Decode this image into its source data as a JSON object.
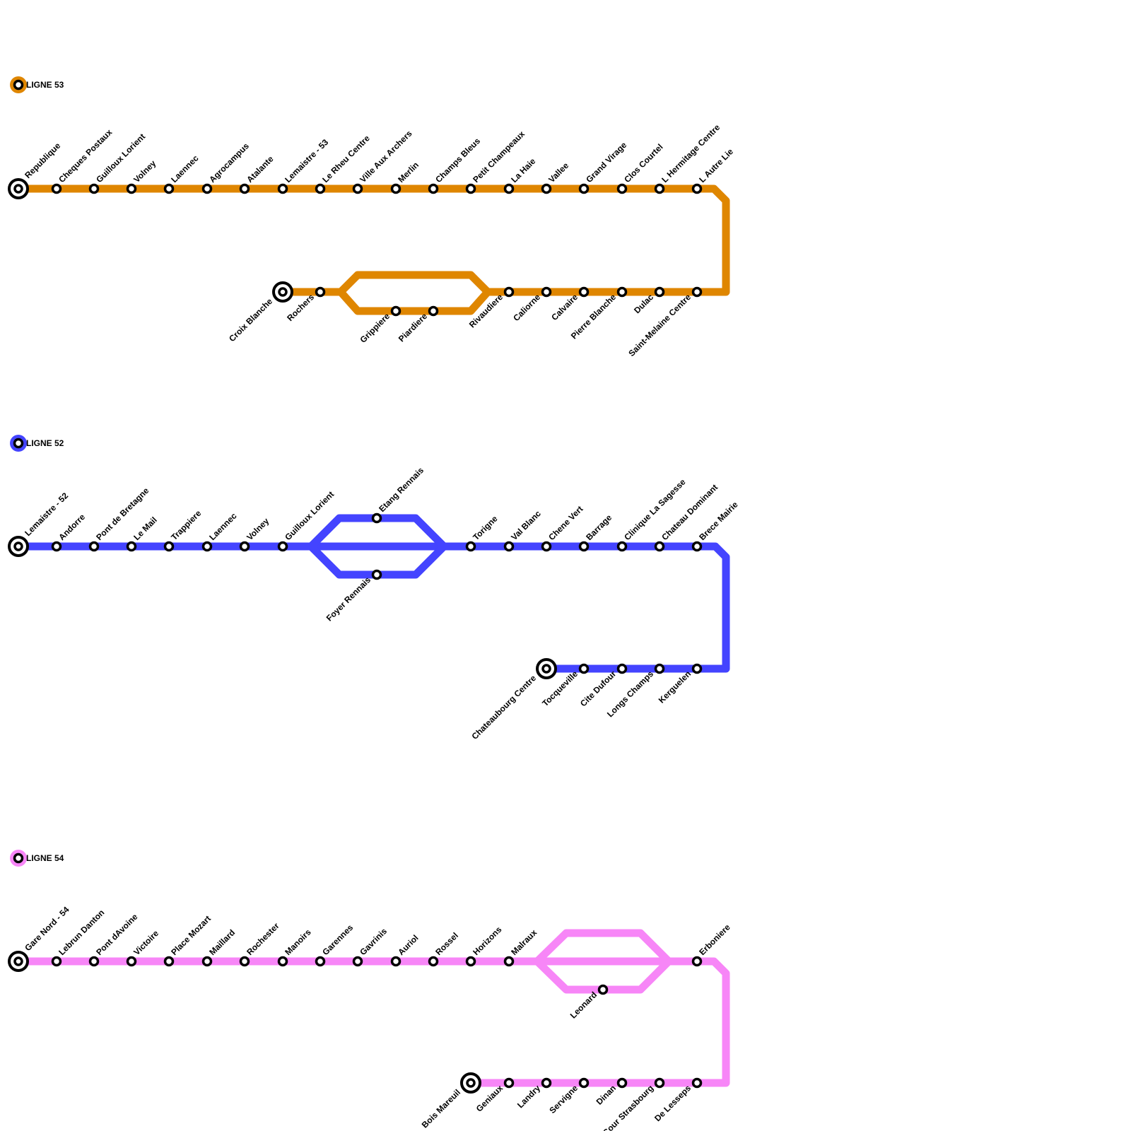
{
  "lines": [
    {
      "id": "l53",
      "name": "LIGNE 53",
      "color": "#df8600",
      "stations": [
        {
          "name": "Republique",
          "terminus": true
        },
        {
          "name": "Cheques Postaux"
        },
        {
          "name": "Guilloux Lorient"
        },
        {
          "name": "Volney"
        },
        {
          "name": "Laennec"
        },
        {
          "name": "Agrocampus"
        },
        {
          "name": "Atalante"
        },
        {
          "name": "Lemaistre - 53"
        },
        {
          "name": "Le Rheu Centre"
        },
        {
          "name": "Ville Aux Archers"
        },
        {
          "name": "Merlin"
        },
        {
          "name": "Champs Bleus"
        },
        {
          "name": "Petit Champeaux"
        },
        {
          "name": "La Haie"
        },
        {
          "name": "Vallee"
        },
        {
          "name": "Grand Virage"
        },
        {
          "name": "Clos Courtel"
        },
        {
          "name": "L Hermitage Centre"
        },
        {
          "name": "L Autre Lie"
        },
        {
          "name": "Saint-Melaine Centre"
        },
        {
          "name": "Dulac"
        },
        {
          "name": "Pierre Blanche"
        },
        {
          "name": "Calvaire"
        },
        {
          "name": "Caliorne"
        },
        {
          "name": "Rivaudiere"
        },
        {
          "name": "Piardiere"
        },
        {
          "name": "Grippiere"
        },
        {
          "name": "Rochers"
        },
        {
          "name": "Croix Blanche",
          "terminus": true
        }
      ]
    },
    {
      "id": "l52",
      "name": "LIGNE 52",
      "color": "#4444ff",
      "stations": [
        {
          "name": "Lemaistre - 52",
          "terminus": true
        },
        {
          "name": "Andorre"
        },
        {
          "name": "Pont de Bretagne"
        },
        {
          "name": "Le Mail"
        },
        {
          "name": "Trappiere"
        },
        {
          "name": "Laennec"
        },
        {
          "name": "Volney"
        },
        {
          "name": "Guilloux Lorient"
        },
        {
          "name": "Etang Rennais"
        },
        {
          "name": "Foyer Rennais"
        },
        {
          "name": "Torigne"
        },
        {
          "name": "Val Blanc"
        },
        {
          "name": "Chene Vert"
        },
        {
          "name": "Barrage"
        },
        {
          "name": "Clinique La Sagesse"
        },
        {
          "name": "Chateau Dominant"
        },
        {
          "name": "Brece Mairie"
        },
        {
          "name": "Kerguelen"
        },
        {
          "name": "Longs Champs"
        },
        {
          "name": "Cite Dufour"
        },
        {
          "name": "Tocqueville"
        },
        {
          "name": "Chateaubourg Centre",
          "terminus": true
        }
      ]
    },
    {
      "id": "l54",
      "name": "LIGNE 54",
      "color": "#f786f7",
      "stations": [
        {
          "name": "Gare Nord - 54",
          "terminus": true
        },
        {
          "name": "Lebrun Danton"
        },
        {
          "name": "Pont dAvoine"
        },
        {
          "name": "Victoire"
        },
        {
          "name": "Place Mozart"
        },
        {
          "name": "Maillard"
        },
        {
          "name": "Rochester"
        },
        {
          "name": "Manoirs"
        },
        {
          "name": "Garennes"
        },
        {
          "name": "Gavrinis"
        },
        {
          "name": "Auriol"
        },
        {
          "name": "Rossel"
        },
        {
          "name": "Horizons"
        },
        {
          "name": "Malraux"
        },
        {
          "name": "Leonard"
        },
        {
          "name": "Erboniere"
        },
        {
          "name": "De Lesseps"
        },
        {
          "name": "Cour Strasbourg"
        },
        {
          "name": "Dinan"
        },
        {
          "name": "Servigne"
        },
        {
          "name": "Landry"
        },
        {
          "name": "Geniaux"
        },
        {
          "name": "Bois Mareuil",
          "terminus": true
        }
      ]
    }
  ]
}
